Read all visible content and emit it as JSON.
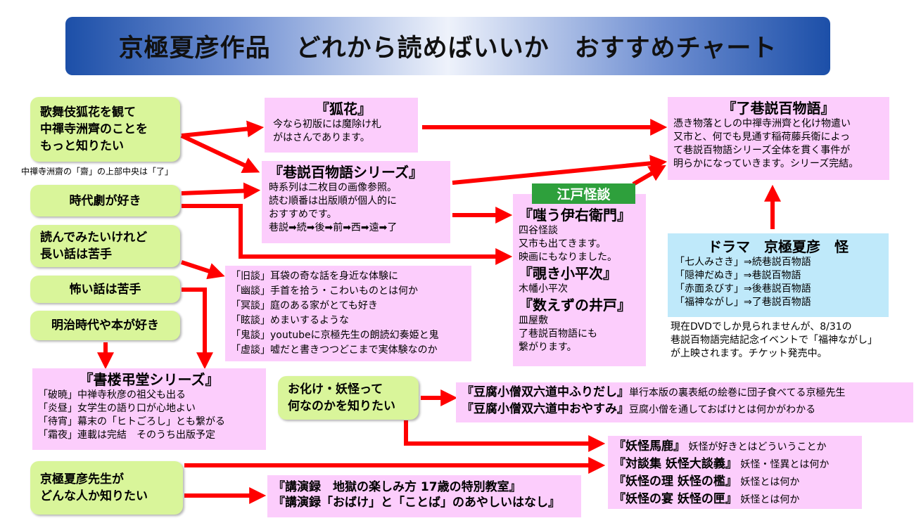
{
  "title": "京極夏彦作品　どれから読めばいいか　おすすめチャート",
  "starts": {
    "kabuki": [
      "歌舞伎狐花を観て",
      "中禪寺洲齊のことを",
      "もっと知りたい"
    ],
    "kabuki_note": "中禪寺洲齋の「齋」の上部中央は「了」",
    "jidaigeki": [
      "時代劇が好き"
    ],
    "short": [
      "読んでみたいけれど",
      "長い話は苦手"
    ],
    "scary": [
      "怖い話は苦手"
    ],
    "meiji": [
      "明治時代や本が好き"
    ],
    "yokai": [
      "お化け・妖怪って",
      "何なのかを知りたい"
    ],
    "person": [
      "京極夏彦先生が",
      "どんな人か知りたい"
    ]
  },
  "kitsunebana": {
    "title": "『狐花』",
    "lines": [
      "今なら初版には魔除け札",
      "がはさんであります。"
    ]
  },
  "kousetsu": {
    "title": "『巷説百物語シリーズ』",
    "lines": [
      "時系列は二枚目の画像参照。",
      "読む順番は出版順が個人的に",
      "おすすめです。",
      "巷説➡続➡後➡前➡西➡遠➡了"
    ]
  },
  "ryou": {
    "title": "『了巷説百物語』",
    "lines": [
      "憑き物落としの中禪寺洲齊と化け物遣い",
      "又市と、何でも見通す稲荷藤兵衛によっ",
      "て巷説百物語シリーズ全体を貫く事件が",
      "明らかになっていきます。シリーズ完結。"
    ]
  },
  "edo": {
    "label": "江戸怪談",
    "t1": "『嗤う伊右衛門』",
    "l1": [
      "四谷怪談",
      "又市も出てきます。",
      "映画にもなりました。"
    ],
    "t2": "『覗き小平次』",
    "l2": [
      "木幡小平次"
    ],
    "t3": "『数えずの井戸』",
    "l3": [
      "皿屋敷",
      "了巷説百物語にも",
      "繋がります。"
    ]
  },
  "kaidan": {
    "lines": [
      "「旧談」耳袋の奇な話を身近な体験に",
      "「幽談」手首を拾う・こわいものとは何か",
      "「冥談」庭のある家がとても好き",
      "「眩談」めまいするような",
      "「鬼談」youtubeに京極先生の朗読幻奏姫と鬼",
      "「虚談」嘘だと書きつつどこまで実体験なのか"
    ]
  },
  "drama": {
    "title": "ドラマ　京極夏彦　怪",
    "lines": [
      "「七人みさき」⇒続巷説百物語",
      "「隠神だぬき」⇒巷説百物語",
      "「赤面ゑびす」⇒後巷説百物語",
      "「福神ながし」⇒了巷説百物語"
    ],
    "note": [
      "現在DVDでしか見られませんが、8/31の",
      "巷説百物語完結記念イベントで「福神ながし」",
      "が上映されます。チケット発売中。"
    ]
  },
  "shorou": {
    "title": "『書楼弔堂シリーズ』",
    "lines": [
      "「破暁」中禅寺秋彦の祖父も出る",
      "「炎昼」女学生の語り口が心地よい",
      "「待宵」幕末の「ヒトごろし」とも繋がる",
      "「霜夜」連載は完結　そのうち出版予定"
    ]
  },
  "tofu": {
    "b1": "『豆腐小僧双六道中ふりだし』",
    "t1": "単行本版の裏表紙の絵巻に団子食べてる京極先生",
    "b2": "『豆腐小僧双六道中おやすみ』",
    "t2": "豆腐小僧を通しておばけとは何かがわかる"
  },
  "yokai_books": [
    {
      "b": "『妖怪馬鹿』",
      "t": "妖怪が好きとはどういうことか"
    },
    {
      "b": "『対談集 妖怪大談義』",
      "t": "妖怪・怪異とは何か"
    },
    {
      "b": "『妖怪の理 妖怪の檻』",
      "t": "妖怪とは何か"
    },
    {
      "b": "『妖怪の宴 妖怪の匣』",
      "t": "妖怪とは何か"
    }
  ],
  "lectures": [
    "『講演録　地獄の楽しみ方 17歳の特別教室』",
    "『講演録「おばけ」と「ことば」のあやしいはなし』"
  ],
  "colors": {
    "arrow": "#ff0000",
    "start": "#d9f59a",
    "book": "#fccdfc",
    "drama": "#bfe9fa",
    "edo_label": "#2ea03c",
    "title_dark": "#1c4fa8"
  }
}
